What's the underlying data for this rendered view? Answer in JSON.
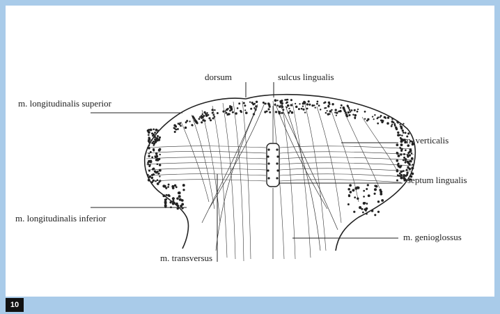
{
  "figure": {
    "number": "10",
    "labels": {
      "dorsum": "dorsum",
      "sulcus": "sulcus lingualis",
      "long_sup": "m. longitudinalis superior",
      "verticalis": "m. verticalis",
      "septum": "septum lingualis",
      "long_inf": "m. longitudinalis inferior",
      "genioglossus": "m. genioglossus",
      "transversus": "m. transversus"
    }
  },
  "colors": {
    "frame": "#a9cbe9",
    "panel": "#ffffff",
    "ink": "#222222"
  }
}
